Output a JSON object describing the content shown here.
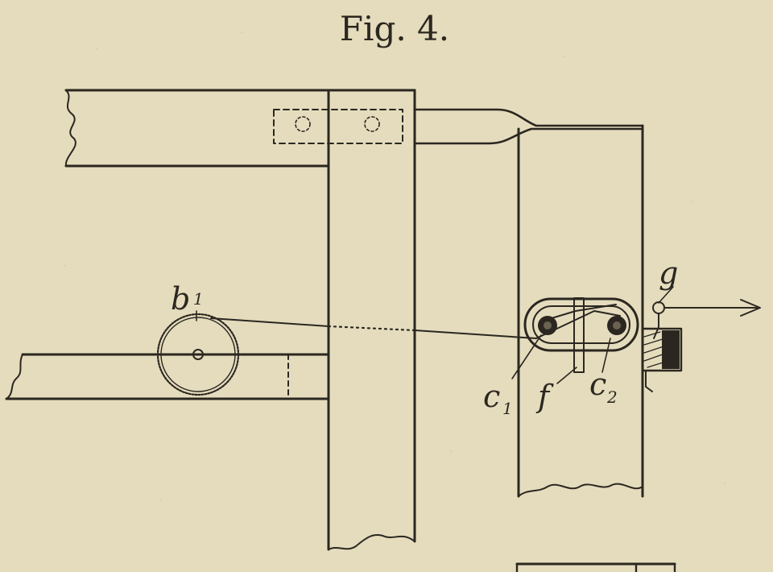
{
  "figure": {
    "title": "Fig. 4.",
    "labels": {
      "b1": "b",
      "b1_sub": "1",
      "c1": "c",
      "c1_sub": "1",
      "f": "f",
      "c2": "c",
      "c2_sub": "2",
      "g": "g"
    },
    "colors": {
      "paper": "#e4dcbd",
      "ink": "#2b2720"
    }
  }
}
